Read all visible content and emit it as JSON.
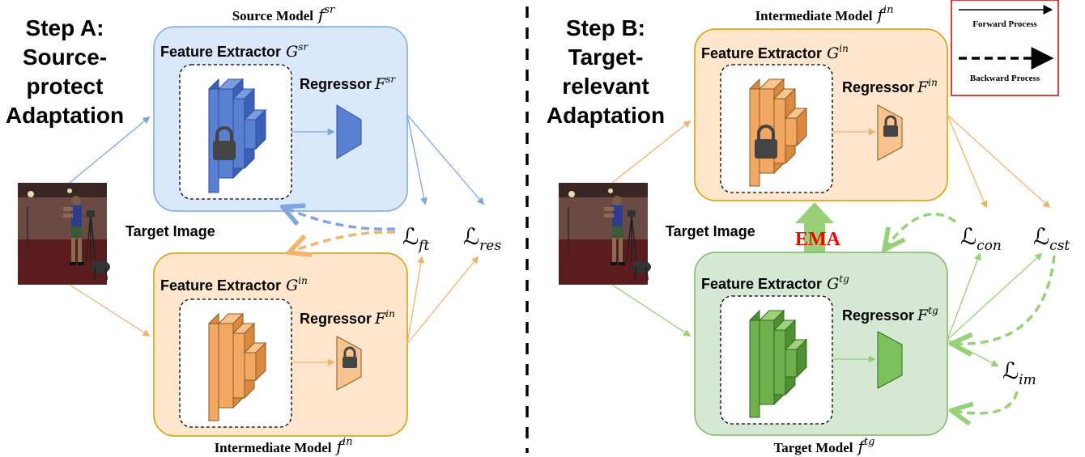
{
  "stepA": {
    "title_lines": [
      "Step A:",
      "Source-",
      "protect",
      "Adaptation"
    ],
    "source_model": {
      "label": "Source Model",
      "symbol": "f",
      "sup": "sr"
    },
    "source_extractor": {
      "label": "Feature Extractor",
      "symbol": "G",
      "sup": "sr"
    },
    "source_regressor": {
      "label": "Regressor",
      "symbol": "F",
      "sup": "sr"
    },
    "target_image_label": "Target Image",
    "inter_extractor": {
      "label": "Feature Extractor",
      "symbol": "G",
      "sup": "in"
    },
    "inter_regressor": {
      "label": "Regressor",
      "symbol": "F",
      "sup": "in"
    },
    "inter_model": {
      "label": "Intermediate Model",
      "symbol": "f",
      "sup": "in"
    },
    "loss_ft": {
      "symbol": "ℒ",
      "sub": "ft"
    },
    "loss_res": {
      "symbol": "ℒ",
      "sub": "res"
    }
  },
  "stepB": {
    "title_lines": [
      "Step B:",
      "Target-",
      "relevant",
      "Adaptation"
    ],
    "inter_model": {
      "label": "Intermediate Model",
      "symbol": "f",
      "sup": "in"
    },
    "inter_extractor": {
      "label": "Feature Extractor",
      "symbol": "G",
      "sup": "in"
    },
    "inter_regressor": {
      "label": "Regressor",
      "symbol": "F",
      "sup": "in"
    },
    "target_image_label": "Target Image",
    "ema_label": "EMA",
    "target_extractor": {
      "label": "Feature Extractor",
      "symbol": "G",
      "sup": "tg"
    },
    "target_regressor": {
      "label": "Regressor",
      "symbol": "F",
      "sup": "tg"
    },
    "target_model": {
      "label": "Target Model",
      "symbol": "f",
      "sup": "tg"
    },
    "loss_con": {
      "symbol": "ℒ",
      "sub": "con"
    },
    "loss_cst": {
      "symbol": "ℒ",
      "sub": "cst"
    },
    "loss_im": {
      "symbol": "ℒ",
      "sub": "im"
    }
  },
  "legend": {
    "forward": "Forward Process",
    "backward": "Backward Process"
  },
  "colors": {
    "blue_fill": "#dae8fc",
    "blue_stroke": "#6c8ebf",
    "blue_block": "#4f74c9",
    "blue_arrow": "#7ea6e0",
    "orange_fill": "#ffe6cc",
    "orange_stroke": "#d79b00",
    "orange_block": "#f0a35a",
    "orange_arrow": "#f5b26b",
    "green_fill": "#d5e8d4",
    "green_stroke": "#82b366",
    "green_block": "#78b85a",
    "green_arrow": "#97d077",
    "ema_red": "#ff0000",
    "legend_border": "#cc0000"
  }
}
